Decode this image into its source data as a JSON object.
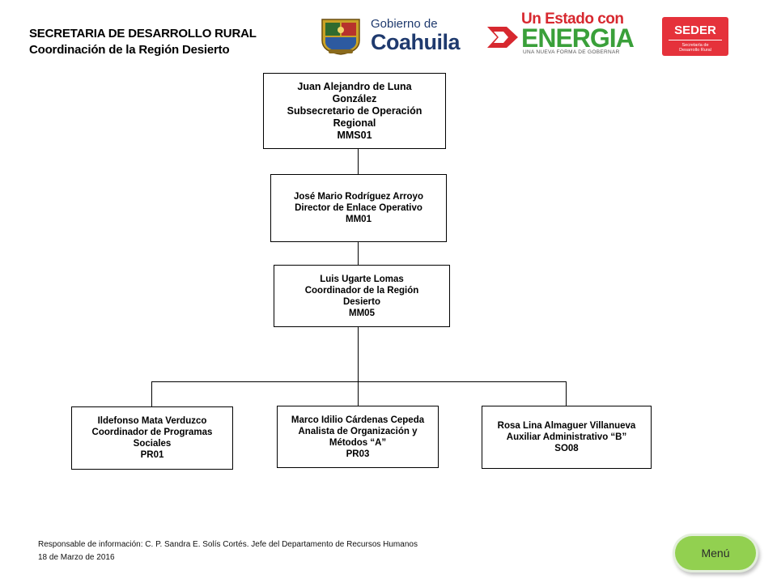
{
  "header": {
    "line1": "SECRETARIA DE DESARROLLO RURAL",
    "line2": "Coordinación de la Región Desierto"
  },
  "logos": {
    "gobierno_small": "Gobierno de",
    "gobierno_big": "Coahuila",
    "estado_line1": "Un Estado con",
    "estado_line2": "ENERGIA",
    "estado_tagline": "UNA NUEVA FORMA DE GOBERNAR",
    "seder_title": "SEDER",
    "seder_sub": "Secretaría de Desarrollo Rural"
  },
  "org": {
    "subsecretario": [
      "Juan Alejandro de Luna",
      "González",
      "Subsecretario de Operación",
      "Regional",
      "MMS01"
    ],
    "director": [
      "José Mario Rodríguez Arroyo",
      "Director de Enlace Operativo",
      "MM01"
    ],
    "coordinador": [
      "Luis Ugarte Lomas",
      "Coordinador de la Región",
      "Desierto",
      "MM05"
    ],
    "programas": [
      "Ildefonso Mata Verduzco",
      "Coordinador de Programas",
      "Sociales",
      "PR01"
    ],
    "analista": [
      "Marco Idilio Cárdenas Cepeda",
      "Analista de Organización y",
      "Métodos “A”",
      "PR03"
    ],
    "auxiliar": [
      "Rosa Lina Almaguer Villanueva",
      "Auxiliar Administrativo “B”",
      "SO08"
    ]
  },
  "footer": {
    "responsable": "Responsable de información: C. P. Sandra E. Solís Cortés. Jefe del Departamento de Recursos Humanos",
    "fecha": "18 de Marzo de 2016"
  },
  "menu_label": "Menú",
  "colors": {
    "menu_green": "#92d050",
    "coahuila_blue": "#1f3a6e",
    "energia_red": "#d7282f",
    "energia_green": "#3aa03a",
    "seder_red": "#e5323b"
  }
}
